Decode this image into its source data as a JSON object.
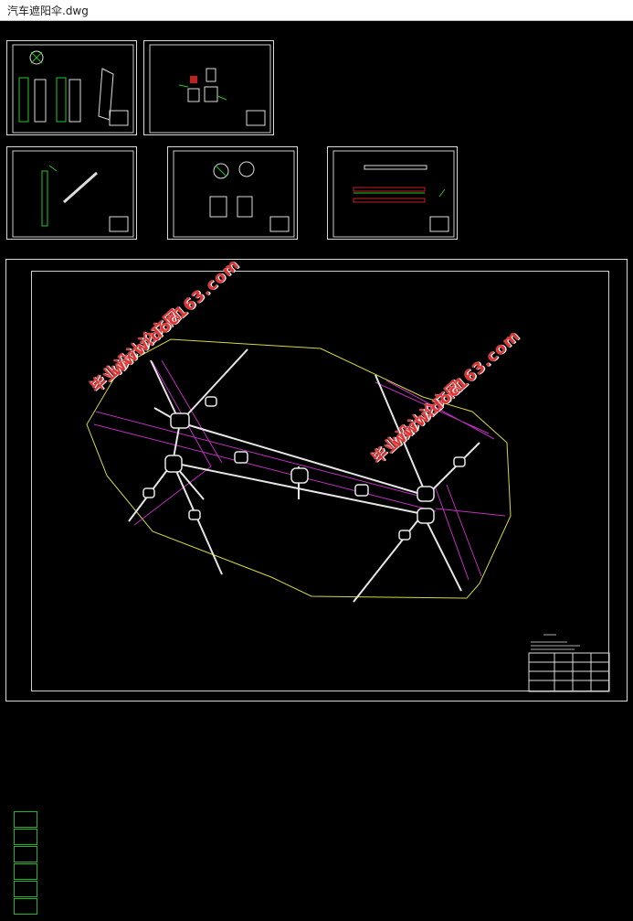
{
  "window": {
    "title": "汽车遮阳伞.dwg"
  },
  "colors": {
    "background": "#000000",
    "frame": "#d9d9d9",
    "green": "#23c923",
    "magenta": "#c030c0",
    "yellow": "#d8d840",
    "watermark": "#e23333"
  },
  "sheets": [
    {
      "name": "sheet-1"
    },
    {
      "name": "sheet-2"
    },
    {
      "name": "sheet-3"
    },
    {
      "name": "sheet-4"
    },
    {
      "name": "sheet-5"
    },
    {
      "name": "main-sheet"
    }
  ],
  "watermarks": [
    {
      "line1": "毕业设计论文网",
      "line2": "www.doc163.com"
    },
    {
      "line1": "毕业设计论文网",
      "line2": "www.doc163.com"
    }
  ]
}
